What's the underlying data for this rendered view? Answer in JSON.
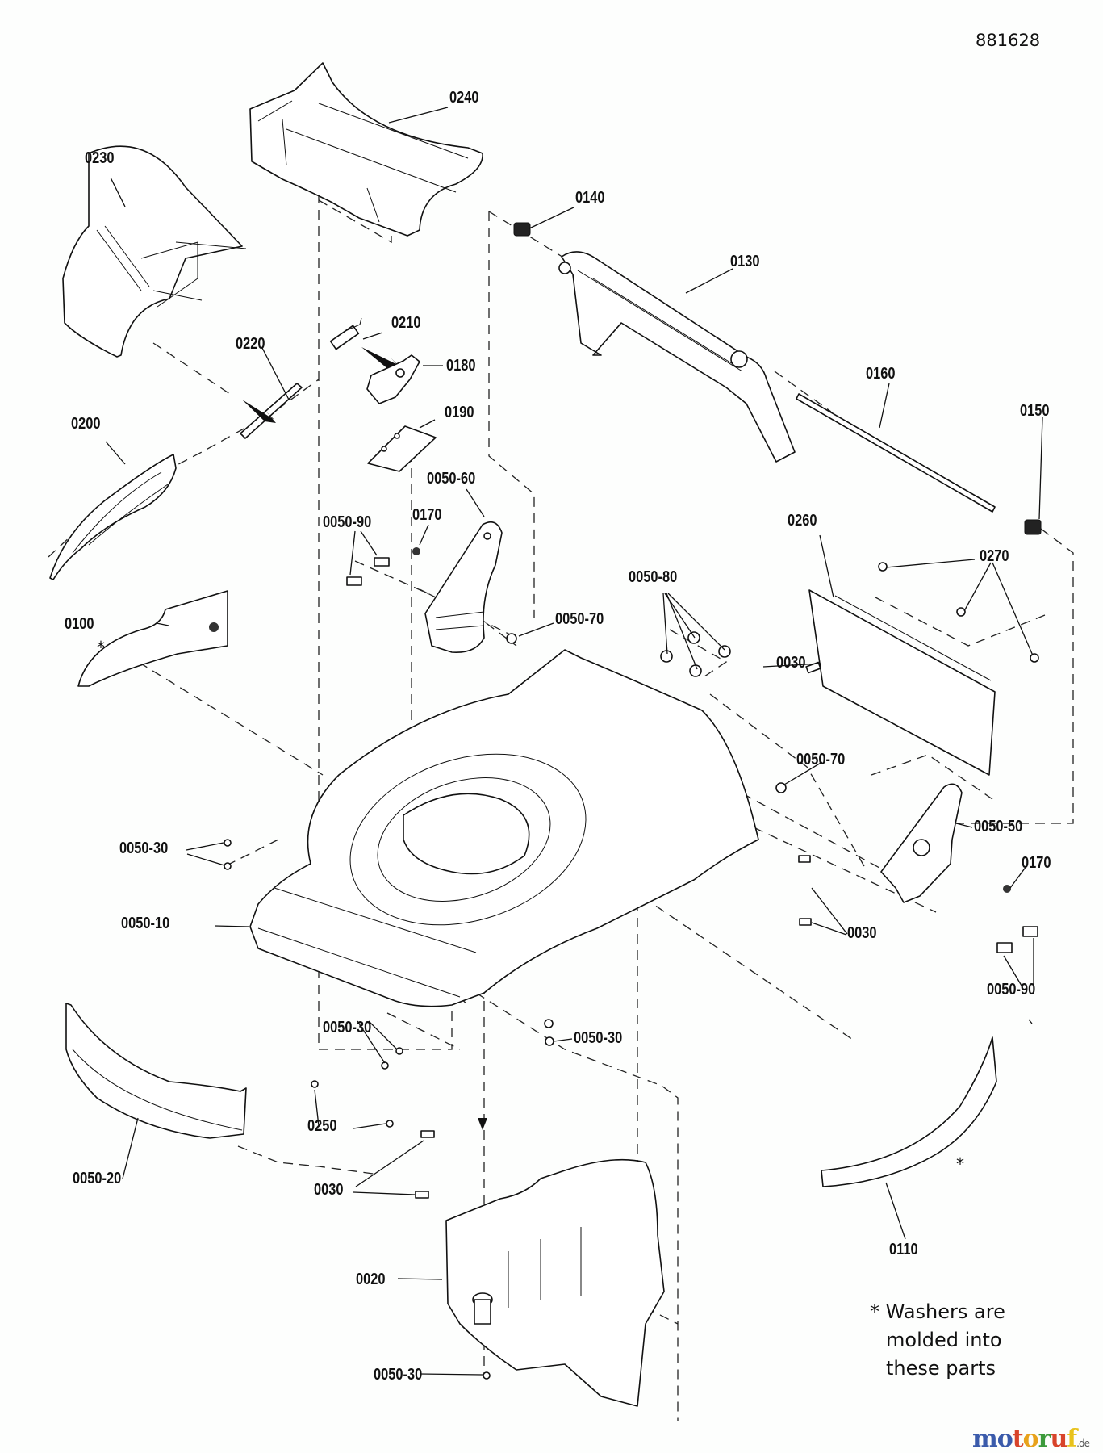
{
  "diagram": {
    "document_number": "881628",
    "callouts": {
      "c0240": "0240",
      "c0230": "0230",
      "c0140": "0140",
      "c0130": "0130",
      "c0210": "0210",
      "c0220": "0220",
      "c0180": "0180",
      "c0190": "0190",
      "c0200": "0200",
      "c0160": "0160",
      "c0150": "0150",
      "c0050_60": "0050-60",
      "c0050_90_left": "0050-90",
      "c0170_left": "0170",
      "c0260": "0260",
      "c0270": "0270",
      "c0050_80": "0050-80",
      "c0100": "0100",
      "c0050_70_top": "0050-70",
      "c0030_top": "0030",
      "c0050_70_right": "0050-70",
      "c0050_30_left": "0050-30",
      "c0050_50": "0050-50",
      "c0170_right": "0170",
      "c0050_10": "0050-10",
      "c0030_mid": "0030",
      "c0050_90_right": "0050-90",
      "c0050_30_mid": "0050-30",
      "c0050_30_right": "0050-30",
      "c0250": "0250",
      "c0050_20": "0050-20",
      "c0030_bottom": "0030",
      "c0110": "0110",
      "c0020": "0020",
      "c0050_30_bottom": "0050-30"
    },
    "asterisk": "*",
    "footnote": {
      "marker": "*",
      "line1": "Washers are",
      "line2": "molded into",
      "line3": "these parts"
    }
  },
  "watermark": {
    "brand_letters": [
      "m",
      "o",
      "t",
      "o",
      "r",
      "u",
      "f"
    ],
    "brand_colors": [
      "#3b5bab",
      "#3b5bab",
      "#d8442b",
      "#e8a21b",
      "#3c9a3b",
      "#d8442b",
      "#e8c21b"
    ],
    "suffix": ".de"
  }
}
